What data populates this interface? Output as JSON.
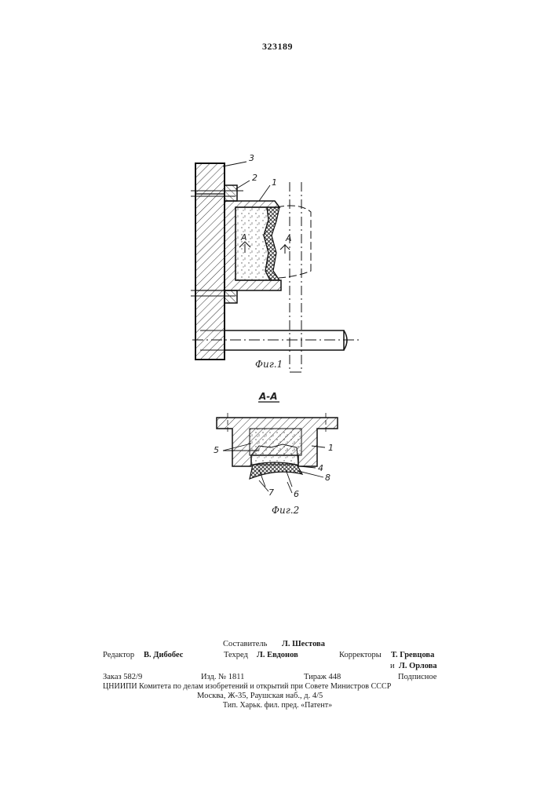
{
  "document": {
    "patent_number": "323189"
  },
  "figure1": {
    "caption": "Фиг.1",
    "callouts": [
      "3",
      "2",
      "1"
    ],
    "section_marks": [
      "A",
      "A"
    ]
  },
  "figure2": {
    "caption": "Фиг.2",
    "section_title": "А-А",
    "callouts": [
      "5",
      "1",
      "4",
      "8",
      "7",
      "6"
    ]
  },
  "credits": {
    "compiler_label": "Составитель",
    "compiler_name": "Л. Шестова",
    "editor_label": "Редактор",
    "editor_name": "В. Дибобес",
    "techred_label": "Техред",
    "techred_name": "Л. Евдонов",
    "correctors_label": "Корректоры",
    "corrector1_name": "Т. Гревцова",
    "corrector2_prefix": "и",
    "corrector2_name": "Л. Орлова"
  },
  "publication": {
    "order": "Заказ 582/9",
    "edition": "Изд. № 1811",
    "circulation": "Тираж 448",
    "subscription": "Подписное",
    "institute_line": "ЦНИИПИ Комитета по делам изобретений и открытий при Совете Министров СССР",
    "address": "Москва, Ж-35, Раушская наб., д. 4/5",
    "printer": "Тип. Харьк. фил. пред. «Патент»"
  }
}
